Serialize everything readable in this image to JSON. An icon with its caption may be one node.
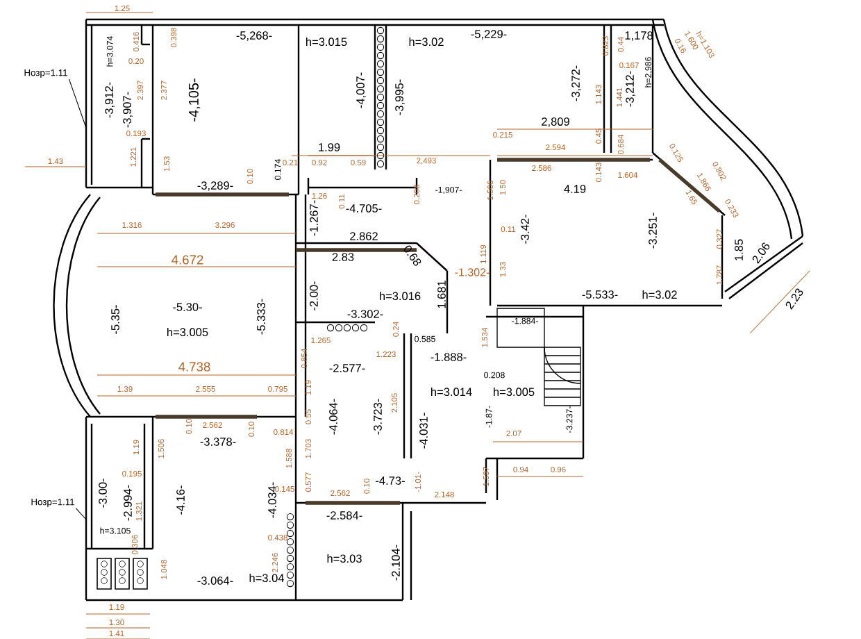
{
  "diagram": {
    "nodes": [
      {
        "text": [
          "Нозр=1.11"
        ]
      },
      {
        "text": [
          "Нозр=1.11"
        ]
      }
    ],
    "edges": [
      {
        "from": 0,
        "to": null,
        "arrow": "none"
      },
      {
        "from": 1,
        "to": null,
        "arrow": "none"
      }
    ],
    "labels": [
      "1.25",
      "-5,268-",
      "h=3.015",
      "h=3.02",
      "-5,229-",
      "1,178",
      "0.416",
      "0.398",
      "h=3.074",
      "0.823",
      "0.44",
      "0.16",
      "1.600",
      "h=1.103",
      "0.20",
      "0.167",
      "-3,912-",
      "-3,907-",
      "2.397",
      "2.377",
      "-4,105-",
      "-4,007-",
      "-3,995-",
      "-3,272-",
      "1.143",
      "1.441",
      "-3,212-",
      "h=2,986",
      "0.193",
      "1.99",
      "0.215",
      "2,809",
      "2.594",
      "0.45",
      "0.684",
      "0.125",
      "1.43",
      "1.221",
      "1.53",
      "0.10",
      "0.174",
      "0.21",
      "0.92",
      "0.59",
      "2,493",
      "2.586",
      "0.143",
      "1.604",
      "1.866",
      "0.802",
      "-3,289-",
      "1.26",
      "0.11",
      "0.208",
      "-1,907-",
      "1.506",
      "1.50",
      "4.19",
      "1.65",
      "1.316",
      "3.296",
      "-1.267-",
      "-4.705-",
      "0.11",
      "-3.42-",
      "-3.251-",
      "0.233",
      "4.672",
      "2.83",
      "2.862",
      "0.68",
      "-1.302-",
      "1.119",
      "1.33",
      "0.327",
      "1.787",
      "1.85",
      "2.06",
      "-5.35-",
      "-5.30-",
      "h=3.005",
      "-5.333-",
      "-2.00-",
      "1.265",
      "-3.302-",
      "0.24",
      "h=3.016",
      "0.585",
      "1.681",
      "1.534",
      "-1.884-",
      "-5.533-",
      "h=3.02",
      "2.23",
      "1.39",
      "4.738",
      "2.555",
      "0.795",
      "0.854",
      "1.19",
      "-2.577-",
      "1.223",
      "2.105",
      "-1.888-",
      "h=3.014",
      "0.208",
      "h=3.005",
      "1.19",
      "1.506",
      "0.10",
      "2.562",
      "-3.378-",
      "0.10",
      "0.814",
      "1.588",
      "0.55",
      "1.703",
      "-4.064-",
      "-3.723-",
      "-4.031-",
      "-1.87-",
      "2.07",
      "-3.237-",
      "-3.00-",
      "-2.994-",
      "0.195",
      "1.321",
      "-4.16-",
      "-4.034-",
      "0.145",
      "0.577",
      "2.562",
      "-2.584-",
      "0.10",
      "-4.73-",
      "-1.01-",
      "2.148",
      "1.597",
      "0.94",
      "0.96",
      "h=3.105",
      "0.306",
      "1.048",
      "-3.064-",
      "h=3.04",
      "2.246",
      "0.438",
      "h=3.03",
      "-2.104-",
      "1.19",
      "1.30",
      "1.41"
    ]
  }
}
